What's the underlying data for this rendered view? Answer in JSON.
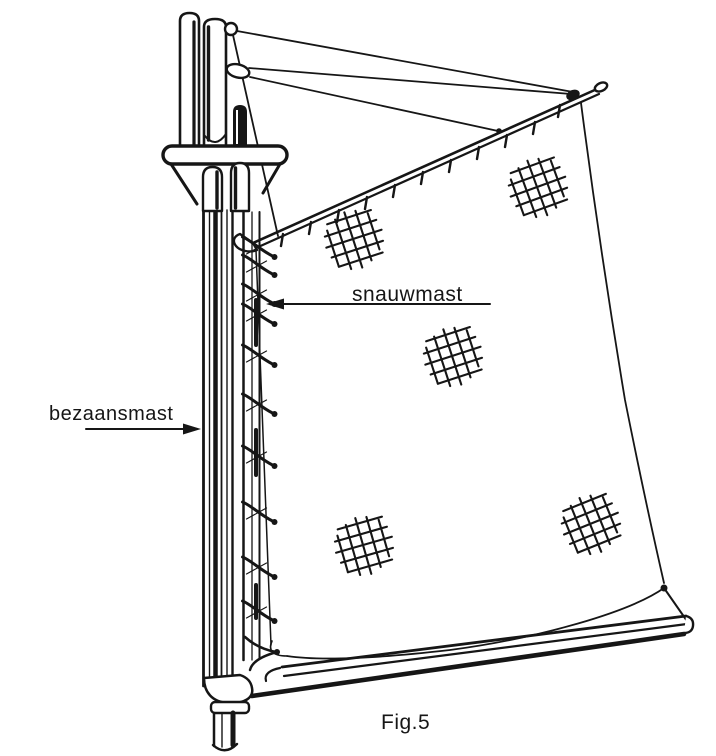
{
  "figure": {
    "caption": "Fig.5",
    "labels": {
      "snauwmast": "snauwmast",
      "bezaansmast": "bezaansmast"
    },
    "colors": {
      "ink": "#161616",
      "paper": "#ffffff"
    }
  }
}
